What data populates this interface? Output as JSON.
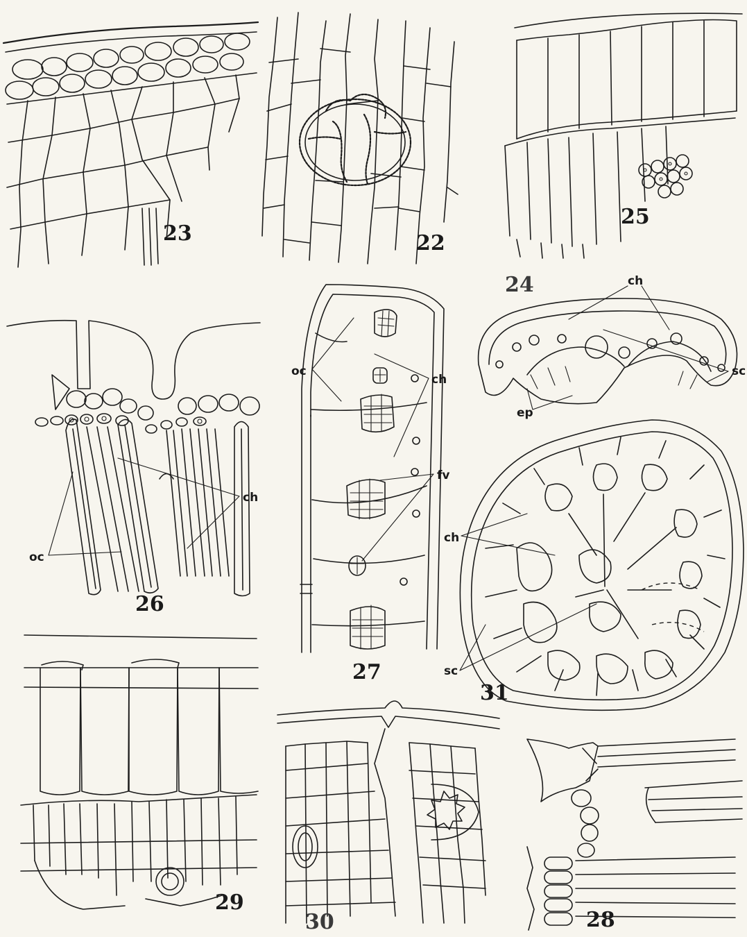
{
  "figures": {
    "fig22": "22",
    "fig23": "23",
    "fig24": "24",
    "fig25": "25",
    "fig26": "26",
    "fig27": "27",
    "fig28": "28",
    "fig29": "29",
    "fig30": "30",
    "fig31": "31"
  },
  "labels": {
    "ch": "ch",
    "oc": "oc",
    "sc": "sc",
    "ep": "ep",
    "fv": "fv"
  }
}
